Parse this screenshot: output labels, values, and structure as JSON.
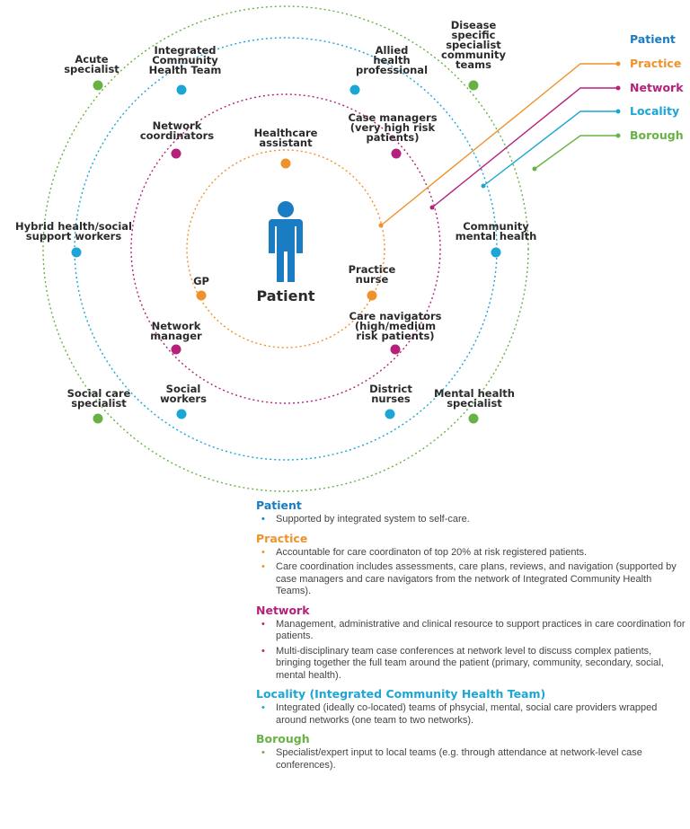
{
  "colors": {
    "patient": "#1a7dc4",
    "practice": "#f0922b",
    "network": "#b5217a",
    "locality": "#1ba6d6",
    "borough": "#68b245",
    "text": "#2b2b2b"
  },
  "diagram": {
    "center_label": "Patient",
    "center_icon": "person-icon",
    "nodes": [
      {
        "id": "acute-specialist",
        "ring": "borough",
        "lines": [
          "Acute",
          "specialist"
        ]
      },
      {
        "id": "integrated-community-health-team",
        "ring": "locality",
        "lines": [
          "Integrated",
          "Community",
          "Health Team"
        ]
      },
      {
        "id": "allied-health-professional",
        "ring": "locality",
        "lines": [
          "Allied",
          "health",
          "professional"
        ]
      },
      {
        "id": "disease-specific-teams",
        "ring": "borough",
        "lines": [
          "Disease",
          "specific",
          "specialist",
          "community",
          "teams"
        ]
      },
      {
        "id": "network-coordinators",
        "ring": "network",
        "lines": [
          "Network",
          "coordinators"
        ]
      },
      {
        "id": "healthcare-assistant",
        "ring": "practice",
        "lines": [
          "Healthcare",
          "assistant"
        ]
      },
      {
        "id": "case-managers",
        "ring": "network",
        "lines": [
          "Case managers",
          "(very high risk",
          "patients)"
        ]
      },
      {
        "id": "hybrid-workers",
        "ring": "locality",
        "lines": [
          "Hybrid health/social",
          "support workers"
        ]
      },
      {
        "id": "community-mental-health",
        "ring": "locality",
        "lines": [
          "Community",
          "mental health"
        ]
      },
      {
        "id": "gp",
        "ring": "practice",
        "lines": [
          "GP"
        ]
      },
      {
        "id": "practice-nurse",
        "ring": "practice",
        "lines": [
          "Practice",
          "nurse"
        ]
      },
      {
        "id": "network-manager",
        "ring": "network",
        "lines": [
          "Network",
          "manager"
        ]
      },
      {
        "id": "care-navigators",
        "ring": "network",
        "lines": [
          "Care navigators",
          "(high/medium",
          "risk patients)"
        ]
      },
      {
        "id": "social-care-specialist",
        "ring": "borough",
        "lines": [
          "Social care",
          "specialist"
        ]
      },
      {
        "id": "social-workers",
        "ring": "locality",
        "lines": [
          "Social",
          "workers"
        ]
      },
      {
        "id": "district-nurses",
        "ring": "locality",
        "lines": [
          "District",
          "nurses"
        ]
      },
      {
        "id": "mental-health-specialist",
        "ring": "borough",
        "lines": [
          "Mental health",
          "specialist"
        ]
      }
    ],
    "legend": [
      {
        "label": "Patient",
        "ring": "patient"
      },
      {
        "label": "Practice",
        "ring": "practice"
      },
      {
        "label": "Network",
        "ring": "network"
      },
      {
        "label": "Locality",
        "ring": "locality"
      },
      {
        "label": "Borough",
        "ring": "borough"
      }
    ]
  },
  "notes": [
    {
      "heading": "Patient",
      "ring": "patient",
      "items": [
        "Supported by integrated system to self-care."
      ]
    },
    {
      "heading": "Practice",
      "ring": "practice",
      "items": [
        "Accountable for care coordinaton of top 20% at risk registered patients.",
        "Care coordination includes assessments, care plans, reviews, and navigation (supported by case managers and care navigators from the network of Integrated Community Health Teams)."
      ]
    },
    {
      "heading": "Network",
      "ring": "network",
      "items": [
        "Management, administrative and clinical resource to support practices in care coordination for patients.",
        "Multi-disciplinary team case conferences at network level to discuss complex patients, bringing together the full team around the patient (primary, community, secondary, social, mental health)."
      ]
    },
    {
      "heading": "Locality (Integrated Community Health Team)",
      "ring": "locality",
      "items": [
        "Integrated (ideally co-located) teams of phsycial, mental, social care providers wrapped around networks (one team to two networks)."
      ]
    },
    {
      "heading": "Borough",
      "ring": "borough",
      "items": [
        "Specialist/expert input to local teams (e.g. through attendance at network-level case conferences)."
      ]
    }
  ]
}
